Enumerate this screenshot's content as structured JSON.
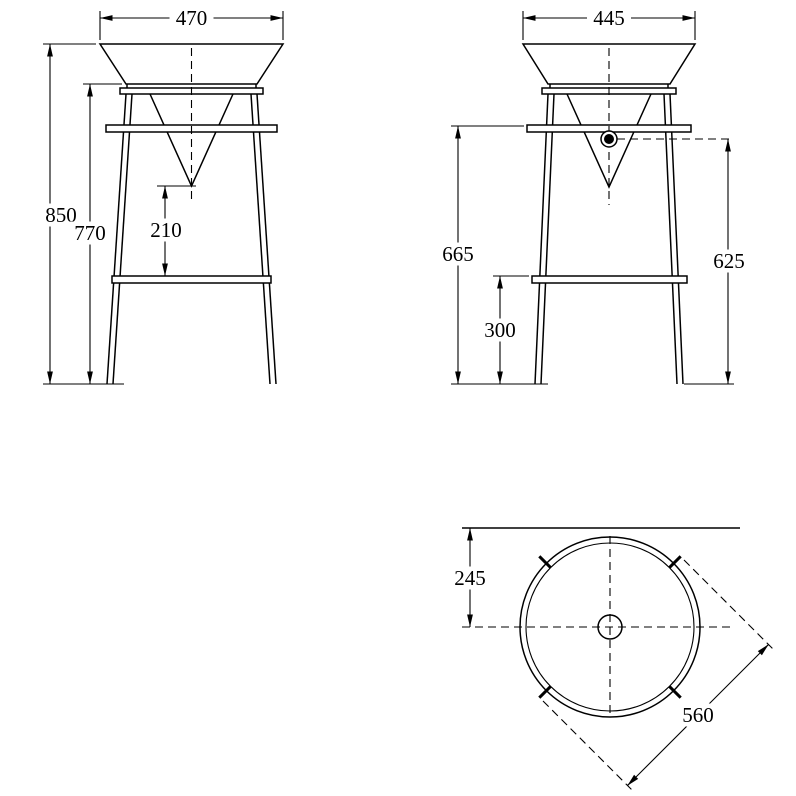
{
  "colors": {
    "line": "#000000",
    "background": "#ffffff"
  },
  "views": {
    "front": {
      "width": "470",
      "overall_height": "850",
      "stand_height": "770",
      "outlet_to_shelf": "210"
    },
    "side": {
      "width": "445",
      "rail_height": "665",
      "drain_height": "625",
      "shelf_height": "300"
    },
    "plan": {
      "wall_to_center": "245",
      "fixing_diagonal": "560"
    }
  }
}
